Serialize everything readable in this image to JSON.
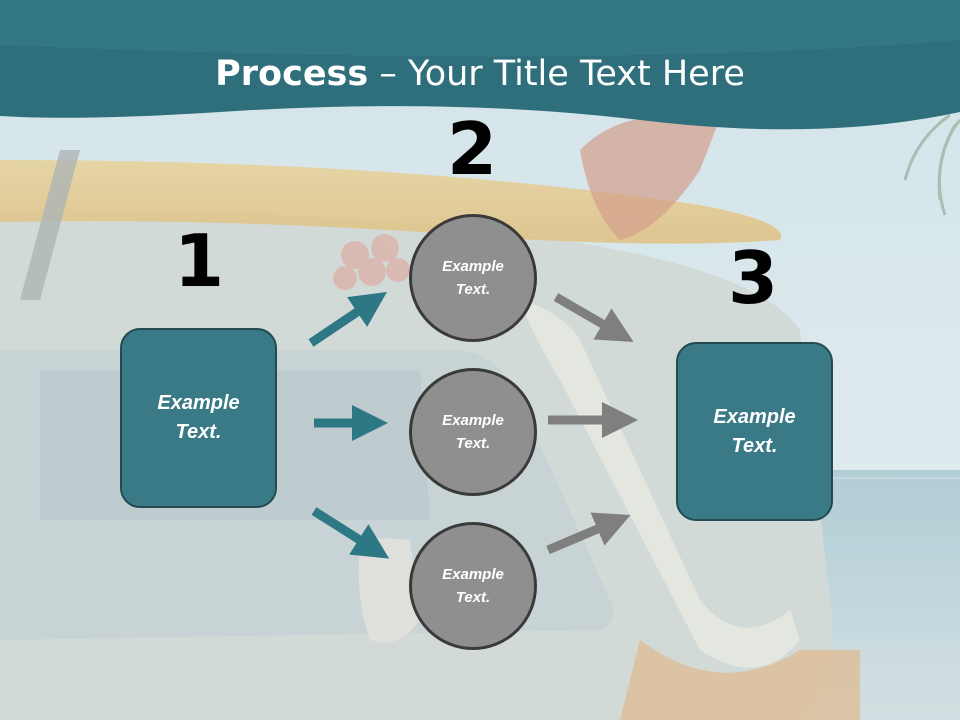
{
  "title": {
    "bold": "Process",
    "rest": " – Your Title Text Here"
  },
  "steps": [
    {
      "number": "1",
      "text": "Example\nText."
    },
    {
      "number": "2",
      "items": [
        "Example\nText.",
        "Example\nText.",
        "Example\nText."
      ]
    },
    {
      "number": "3",
      "text": "Example\nText."
    }
  ],
  "colors": {
    "header": "#2f6f7c",
    "box_fill": "#3a7a86",
    "circle_fill": "#8f8f8f",
    "arrow_left": "#2e7886",
    "arrow_right": "#7f7f7f"
  }
}
